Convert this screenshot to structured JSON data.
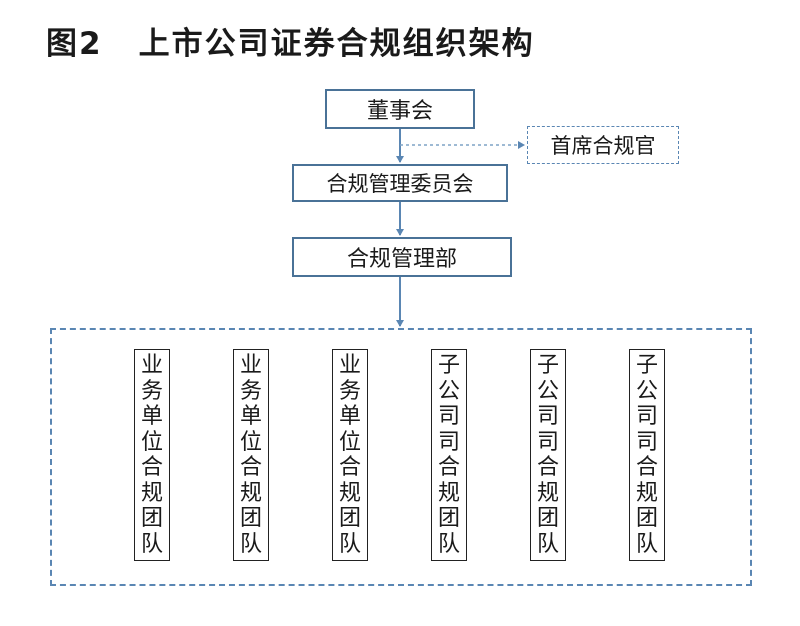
{
  "title": {
    "figure_label": "图2",
    "text": "上市公司证券合规组织架构"
  },
  "nodes": {
    "board": "董事会",
    "chief_compliance_officer": "首席合规官",
    "compliance_committee": "合规管理委员会",
    "compliance_department": "合规管理部"
  },
  "teams": [
    "业务单位合规团队",
    "业务单位合规团队",
    "业务单位合规团队",
    "子公司司合规团队",
    "子公司司合规团队",
    "子公司司合规团队"
  ],
  "colors": {
    "box_border": "#4a7297",
    "dashed_border": "#5a86b3",
    "arrow": "#5a86b3",
    "team_border": "#222222"
  }
}
